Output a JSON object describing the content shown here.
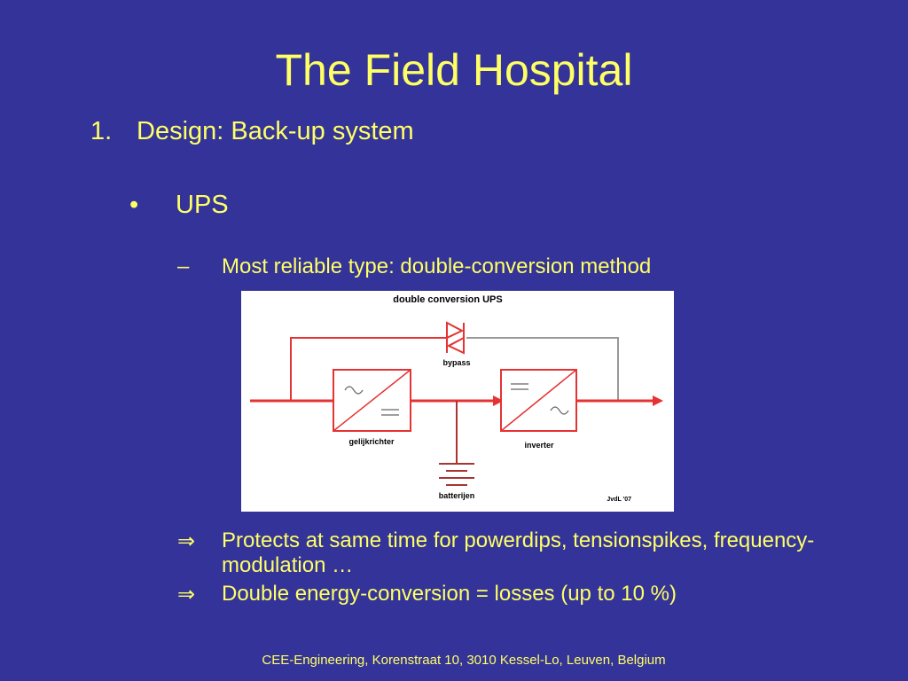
{
  "slide": {
    "title": "The Field Hospital",
    "item1": {
      "number": "1.",
      "text": "Design: Back-up system"
    },
    "bullet": {
      "mark": "•",
      "text": "UPS"
    },
    "dash": {
      "mark": "–",
      "text": "Most reliable type: double-conversion method"
    },
    "implications": [
      {
        "mark": "⇒",
        "text": "Protects at same time for powerdips, tensionspikes, frequency-modulation …"
      },
      {
        "mark": "⇒",
        "text": "Double energy-conversion = losses (up to 10 %)"
      }
    ],
    "footer": "CEE-Engineering, Korenstraat 10, 3010 Kessel-Lo, Leuven, Belgium"
  },
  "diagram": {
    "title": "double conversion UPS",
    "bypass_label": "bypass",
    "rectifier_label": "gelijkrichter",
    "inverter_label": "inverter",
    "battery_label": "batterijen",
    "credit": "JvdL '07",
    "colors": {
      "line": "#e53333",
      "box": "#e53333",
      "bypass_return": "#999999",
      "battery": "#aa3333"
    }
  }
}
